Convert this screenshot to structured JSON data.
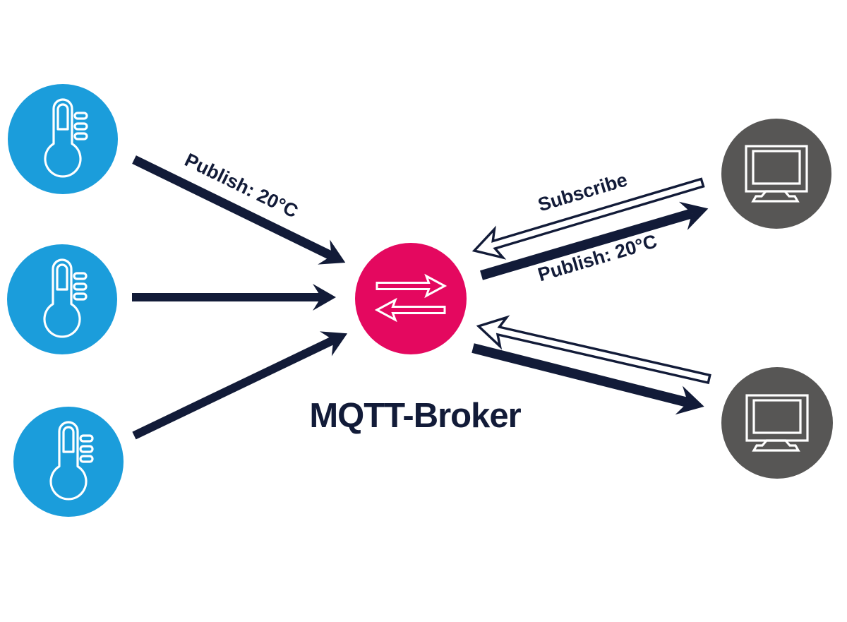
{
  "title": "MQTT-Broker",
  "labels": {
    "publish_left": "Publish: 20°C",
    "subscribe": "Subscribe",
    "publish_right": "Publish: 20°C"
  },
  "colors": {
    "sensor_blue": "#1B9DDB",
    "broker_pink": "#E4085F",
    "client_gray": "#575655",
    "arrow_navy": "#121B38",
    "icon_white": "#FFFFFF",
    "background": "#FFFFFF"
  },
  "nodes": {
    "publishers": [
      {
        "id": "sensor-1",
        "type": "temperature-sensor",
        "icon": "thermometer-icon"
      },
      {
        "id": "sensor-2",
        "type": "temperature-sensor",
        "icon": "thermometer-icon"
      },
      {
        "id": "sensor-3",
        "type": "temperature-sensor",
        "icon": "thermometer-icon"
      }
    ],
    "broker": {
      "id": "broker",
      "label": "MQTT-Broker",
      "icon": "swap-arrows-icon"
    },
    "subscribers": [
      {
        "id": "client-1",
        "type": "monitor-client",
        "icon": "monitor-icon"
      },
      {
        "id": "client-2",
        "type": "monitor-client",
        "icon": "monitor-icon"
      }
    ]
  },
  "edges": [
    {
      "from": "sensor-1",
      "to": "broker",
      "style": "solid",
      "label": "Publish: 20°C"
    },
    {
      "from": "sensor-2",
      "to": "broker",
      "style": "solid",
      "label": ""
    },
    {
      "from": "sensor-3",
      "to": "broker",
      "style": "solid",
      "label": ""
    },
    {
      "from": "client-1",
      "to": "broker",
      "style": "outline",
      "label": "Subscribe"
    },
    {
      "from": "broker",
      "to": "client-1",
      "style": "solid",
      "label": "Publish: 20°C"
    },
    {
      "from": "client-2",
      "to": "broker",
      "style": "outline",
      "label": ""
    },
    {
      "from": "broker",
      "to": "client-2",
      "style": "solid",
      "label": ""
    }
  ]
}
